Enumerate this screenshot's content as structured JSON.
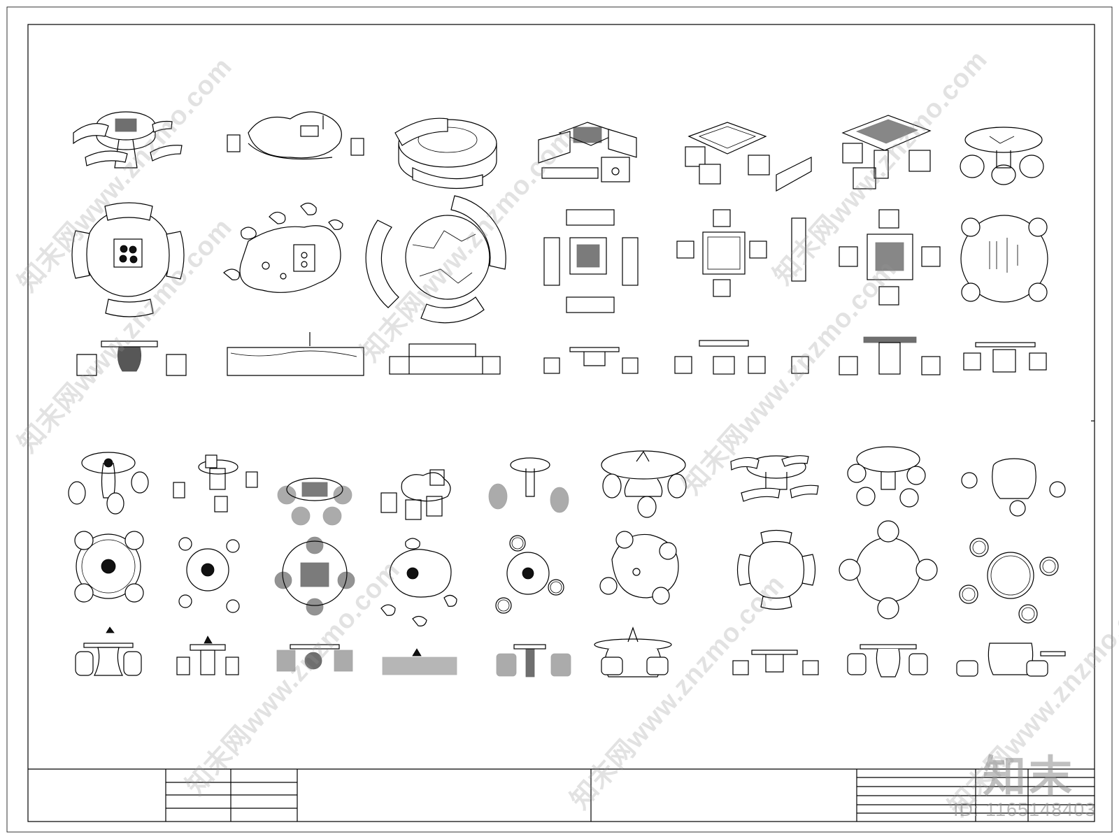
{
  "watermark": {
    "text": "知末网www.znzmo.com",
    "brand": "知末",
    "id": "ID: 1165148403"
  },
  "drawing": {
    "rows": [
      {
        "name": "upper-set",
        "items": [
          "stone-table-set-1",
          "rock-tea-table-set",
          "curved-bench-table-set",
          "square-chess-table-set-1",
          "square-chess-table-set-2",
          "square-chess-table-set-3",
          "drum-stool-table-set-1"
        ]
      },
      {
        "name": "lower-set",
        "items": [
          "drum-stool-table-set-2",
          "stump-table-set",
          "chess-drum-table-set",
          "rock-stool-table-set",
          "wicker-drum-table-set",
          "scalloped-table-set",
          "arc-bench-table-set",
          "round-table-set",
          "drum-table-set"
        ]
      }
    ],
    "title_block": {
      "rows": 4
    }
  }
}
